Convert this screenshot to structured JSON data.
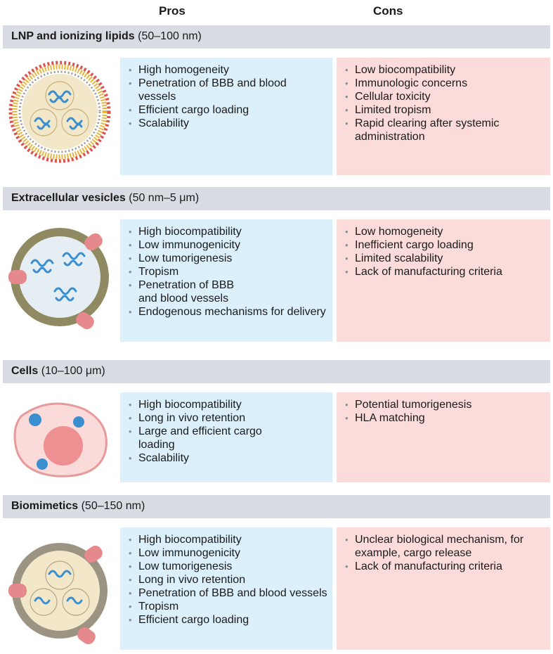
{
  "headers": {
    "pros": "Pros",
    "cons": "Cons"
  },
  "sections": [
    {
      "title": "LNP and ionizing lipids",
      "size": "(50–100 nm)",
      "pros": [
        "High homogeneity",
        "Penetration of BBB and blood vessels",
        "Efficient cargo loading",
        "Scalability"
      ],
      "cons": [
        "Low biocompatibility",
        "Immunologic concerns",
        "Cellular toxicity",
        "Limited tropism",
        "Rapid clearing after systemic administration"
      ]
    },
    {
      "title": "Extracellular vesicles",
      "size": "(50 nm–5 μm)",
      "pros": [
        "High biocompatibility",
        "Low immunogenicity",
        "Low tumorigenesis",
        "Tropism",
        "Penetration of BBB and blood vessels",
        "Endogenous mechanisms for delivery"
      ],
      "cons": [
        "Low homogeneity",
        "Inefficient cargo loading",
        "Limited scalability",
        "Lack of manufacturing criteria"
      ]
    },
    {
      "title": "Cells",
      "size": "(10–100 μm)",
      "pros": [
        "High biocompatibility",
        "Long in vivo retention",
        "Large and efficient cargo loading",
        "Scalability"
      ],
      "cons": [
        "Potential tumorigenesis",
        "HLA matching"
      ]
    },
    {
      "title": "Biomimetics",
      "size": "(50–150 nm)",
      "pros": [
        "High biocompatibility",
        "Low immunogenicity",
        "Low tumorigenesis",
        "Long in vivo retention",
        "Penetration of BBB and blood vessels",
        "Tropism",
        "Efficient cargo loading"
      ],
      "cons": [
        "Unclear biological mechanism, for example, cargo release",
        "Lack of manufacturing criteria"
      ]
    }
  ],
  "colors": {
    "bar": "#d9dde3",
    "pros_bg": "#dcf0fb",
    "cons_bg": "#fbdcdb",
    "rna": "#3b8fd0",
    "membrane_olive": "#8f8a62",
    "protein_pink": "#e6898c",
    "cell_body": "#fbdada",
    "nucleus": "#ee8f91"
  }
}
